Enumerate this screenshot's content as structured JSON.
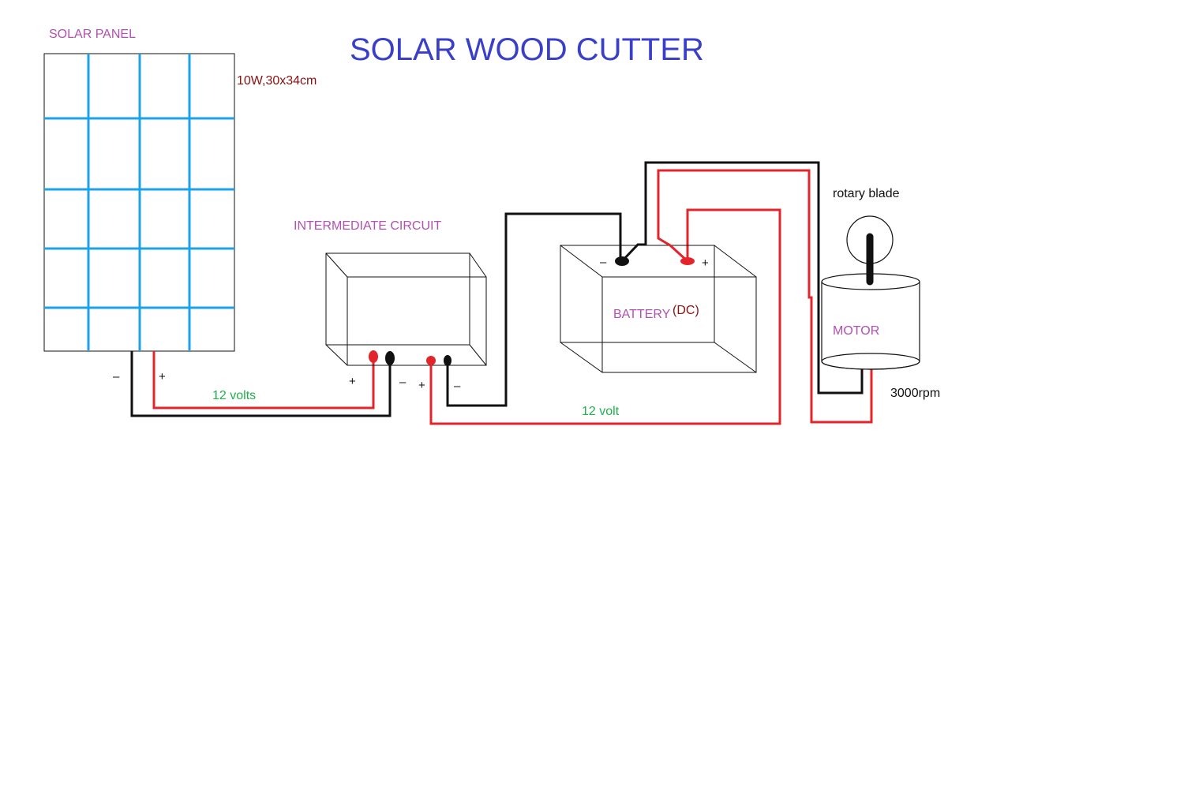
{
  "title": "SOLAR WOOD CUTTER",
  "solar_panel": {
    "label": "SOLAR PANEL",
    "spec": "10W,30x34cm",
    "minus": "–",
    "plus": "+"
  },
  "panel_link": {
    "voltage": "12 volts"
  },
  "intermediate_circuit": {
    "label": "INTERMEDIATE CIRCUIT",
    "in_plus": "+",
    "in_minus": "–",
    "out_plus": "+",
    "out_minus": "–"
  },
  "battery": {
    "label": "BATTERY",
    "type": "(DC)",
    "minus": "–",
    "plus": "+"
  },
  "battery_link": {
    "voltage": "12 volt"
  },
  "motor": {
    "label": "MOTOR",
    "speed": "3000rpm",
    "blade_label": "rotary blade"
  },
  "colors": {
    "title": "#3a3fc9",
    "label": "#b34fb3",
    "spec": "#8b1010",
    "voltage": "#22b14c",
    "panel_grid": "#1ca3e6",
    "positive_wire": "#e3242b",
    "negative_wire": "#111111"
  }
}
